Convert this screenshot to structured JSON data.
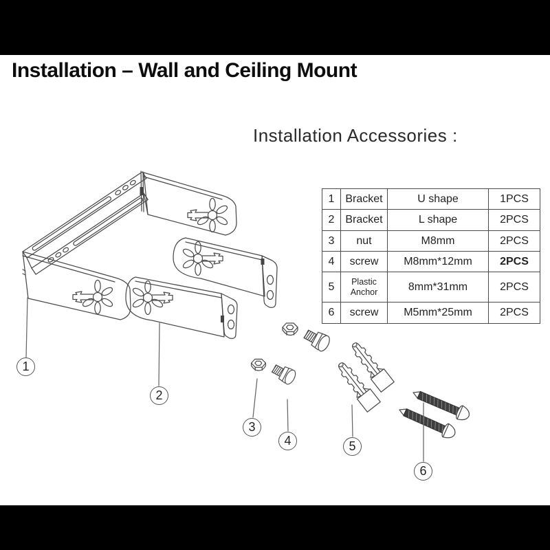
{
  "title": "Installation – Wall and Ceiling Mount",
  "accessories": {
    "heading": "Installation Accessories :",
    "table": {
      "rows": [
        {
          "num": "1",
          "name": "Bracket",
          "spec": "U shape",
          "qty": "1PCS"
        },
        {
          "num": "2",
          "name": "Bracket",
          "spec": "L shape",
          "qty": "2PCS"
        },
        {
          "num": "3",
          "name": "nut",
          "spec": "M8mm",
          "qty": "2PCS"
        },
        {
          "num": "4",
          "name": "screw",
          "spec": "M8mm*12mm",
          "qty": "2PCS"
        },
        {
          "num": "5",
          "name": "Plastic Anchor",
          "spec": "8mm*31mm",
          "qty": "2PCS"
        },
        {
          "num": "6",
          "name": "screw",
          "spec": "M5mm*25mm",
          "qty": "2PCS"
        }
      ]
    }
  },
  "callouts": {
    "labels": [
      "1",
      "2",
      "3",
      "4",
      "5",
      "6"
    ]
  },
  "colors": {
    "line": "#4a4a4a",
    "dark_fill": "#3f3f3f",
    "bar": "#000000",
    "title_text": "#0d0d0d"
  }
}
